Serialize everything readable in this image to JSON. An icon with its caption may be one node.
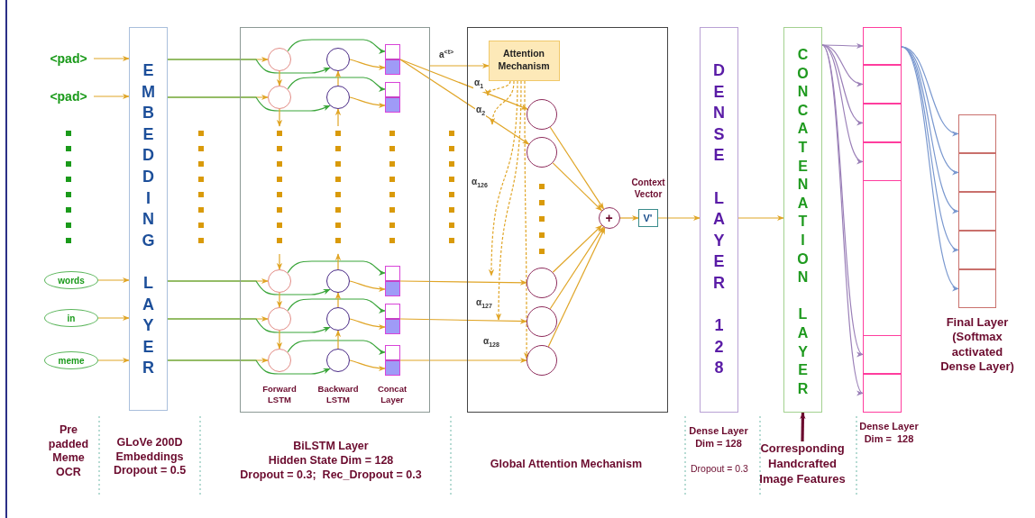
{
  "diagram": {
    "nodes": [
      {
        "text": [
          "<pad>"
        ]
      },
      {
        "text": [
          "<pad>"
        ]
      },
      {
        "text": [
          "words"
        ]
      },
      {
        "text": [
          "in"
        ]
      },
      {
        "text": [
          "meme"
        ]
      },
      {
        "text": [
          "EMBEDDING LAYER"
        ]
      },
      {
        "text": [],
        "shape": "box"
      },
      {
        "text": [],
        "shape": "circle",
        "in": 6
      },
      {
        "text": [],
        "shape": "circle",
        "in": 6
      },
      {
        "text": [],
        "shape": "box",
        "in": 6
      },
      {
        "text": [],
        "shape": "circle",
        "in": 6
      },
      {
        "text": [],
        "shape": "circle",
        "in": 6
      },
      {
        "text": [],
        "shape": "box",
        "in": 6
      },
      {
        "text": [],
        "shape": "circle",
        "in": 6
      },
      {
        "text": [],
        "shape": "circle",
        "in": 6
      },
      {
        "text": [],
        "shape": "box",
        "in": 6
      },
      {
        "text": [],
        "shape": "circle",
        "in": 6
      },
      {
        "text": [],
        "shape": "circle",
        "in": 6
      },
      {
        "text": [],
        "shape": "box",
        "in": 6
      },
      {
        "text": [],
        "shape": "circle",
        "in": 6
      },
      {
        "text": [],
        "shape": "circle",
        "in": 6
      },
      {
        "text": [],
        "shape": "box",
        "in": 6
      },
      {
        "text": [],
        "shape": "box"
      },
      {
        "text": [
          "Attention Mechanism"
        ],
        "in": 22
      },
      {
        "text": [],
        "shape": "circle",
        "in": 22
      },
      {
        "text": [],
        "shape": "circle",
        "in": 22
      },
      {
        "text": [],
        "shape": "circle",
        "in": 22
      },
      {
        "text": [],
        "shape": "circle",
        "in": 22
      },
      {
        "text": [],
        "shape": "circle",
        "in": 22
      },
      {
        "text": [
          "+"
        ],
        "in": 22
      },
      {
        "text": [
          "V'"
        ],
        "in": 22,
        "beside": [
          "Context Vector"
        ]
      },
      {
        "text": [
          "DENSE LAYER 128"
        ]
      },
      {
        "text": [
          "CONCATENATION LAYER"
        ]
      },
      {
        "text": [
          "Corresponding Handcrafted Image Features"
        ]
      },
      {
        "text": [],
        "shape": "box"
      },
      {
        "text": [],
        "shape": "box",
        "in": 34
      },
      {
        "text": [],
        "shape": "box",
        "in": 34
      },
      {
        "text": [],
        "shape": "box",
        "in": 34
      },
      {
        "text": [],
        "shape": "box",
        "in": 34
      },
      {
        "text": [],
        "shape": "box",
        "in": 34
      },
      {
        "text": [],
        "shape": "box",
        "in": 34
      },
      {
        "text": [],
        "shape": "box",
        "beside": [
          "Final Layer (Softmax activated Dense Layer)"
        ]
      },
      {
        "text": [],
        "shape": "box",
        "in": 41
      },
      {
        "text": [],
        "shape": "box",
        "in": 41
      },
      {
        "text": [],
        "shape": "box",
        "in": 41
      },
      {
        "text": [],
        "shape": "box",
        "in": 41
      },
      {
        "text": [],
        "shape": "box",
        "in": 41
      }
    ],
    "edges": [
      {
        "from": 0,
        "to": 5,
        "arrow": "to"
      },
      {
        "from": 1,
        "to": 5,
        "arrow": "to"
      },
      {
        "from": 2,
        "to": 5,
        "arrow": "to"
      },
      {
        "from": 3,
        "to": 5,
        "arrow": "to"
      },
      {
        "from": 4,
        "to": 5,
        "arrow": "to"
      },
      {
        "from": 5,
        "to": 7,
        "arrow": "to"
      },
      {
        "from": 5,
        "to": 10,
        "arrow": "to"
      },
      {
        "from": 5,
        "to": 13,
        "arrow": "to"
      },
      {
        "from": 5,
        "to": 16,
        "arrow": "to"
      },
      {
        "from": 5,
        "to": 19,
        "arrow": "to"
      },
      {
        "from": 5,
        "to": 8,
        "arrow": "to",
        "color": "#3aa53a"
      },
      {
        "from": 5,
        "to": 11,
        "arrow": "to",
        "color": "#3aa53a"
      },
      {
        "from": 5,
        "to": 14,
        "arrow": "to",
        "color": "#3aa53a"
      },
      {
        "from": 5,
        "to": 17,
        "arrow": "to",
        "color": "#3aa53a"
      },
      {
        "from": 5,
        "to": 20,
        "arrow": "to",
        "color": "#3aa53a"
      },
      {
        "from": 7,
        "to": 9,
        "arrow": "to",
        "color": "#3aa53a"
      },
      {
        "from": 10,
        "to": 12,
        "arrow": "to",
        "color": "#3aa53a"
      },
      {
        "from": 13,
        "to": 15,
        "arrow": "to",
        "color": "#3aa53a"
      },
      {
        "from": 16,
        "to": 18,
        "arrow": "to",
        "color": "#3aa53a"
      },
      {
        "from": 19,
        "to": 21,
        "arrow": "to",
        "color": "#3aa53a"
      },
      {
        "from": 8,
        "to": 9,
        "arrow": "to"
      },
      {
        "from": 11,
        "to": 12,
        "arrow": "to"
      },
      {
        "from": 14,
        "to": 15,
        "arrow": "to"
      },
      {
        "from": 17,
        "to": 18,
        "arrow": "to"
      },
      {
        "from": 20,
        "to": 21,
        "arrow": "to"
      },
      {
        "from": 7,
        "to": 10,
        "arrow": "to"
      },
      {
        "from": 10,
        "to": null,
        "arrow": "to"
      },
      {
        "from": null,
        "to": 13,
        "arrow": "to"
      },
      {
        "from": 13,
        "to": 16,
        "arrow": "to"
      },
      {
        "from": 16,
        "to": 19,
        "arrow": "to"
      },
      {
        "from": 20,
        "to": 17,
        "arrow": "to"
      },
      {
        "from": 17,
        "to": 14,
        "arrow": "to"
      },
      {
        "from": 14,
        "to": null,
        "arrow": "to"
      },
      {
        "from": null,
        "to": 11,
        "arrow": "to"
      },
      {
        "from": 11,
        "to": 8,
        "arrow": "to"
      },
      {
        "from": 6,
        "to": 23,
        "arrow": "to",
        "label": "a$^{<t>}$"
      },
      {
        "from": 9,
        "to": 24,
        "arrow": "to"
      },
      {
        "from": 9,
        "to": 25,
        "arrow": "to"
      },
      {
        "from": 15,
        "to": 26,
        "arrow": "to"
      },
      {
        "from": 18,
        "to": 27,
        "arrow": "to"
      },
      {
        "from": 21,
        "to": 28,
        "arrow": "to"
      },
      {
        "from": 24,
        "to": 29,
        "arrow": "to"
      },
      {
        "from": 25,
        "to": 29,
        "arrow": "to"
      },
      {
        "from": 26,
        "to": 29,
        "arrow": "to"
      },
      {
        "from": 27,
        "to": 29,
        "arrow": "to"
      },
      {
        "from": 28,
        "to": 29,
        "arrow": "to"
      },
      {
        "from": 29,
        "to": 30,
        "arrow": "to"
      },
      {
        "from": 30,
        "to": 31,
        "arrow": "to"
      },
      {
        "from": 31,
        "to": 32,
        "arrow": "to"
      },
      {
        "from": 33,
        "to": 32,
        "arrow": "to",
        "style": "thick",
        "color": "#6b0b2e"
      },
      {
        "from": 32,
        "to": 35,
        "arrow": "to",
        "color": "#9b80b8"
      },
      {
        "from": 32,
        "to": 36,
        "arrow": "to",
        "color": "#9b80b8"
      },
      {
        "from": 32,
        "to": 37,
        "arrow": "to",
        "color": "#9b80b8"
      },
      {
        "from": 32,
        "to": 38,
        "arrow": "to",
        "color": "#9b80b8"
      },
      {
        "from": 32,
        "to": 39,
        "arrow": "to",
        "color": "#9b80b8"
      },
      {
        "from": 32,
        "to": 40,
        "arrow": "to",
        "color": "#9b80b8"
      },
      {
        "from": 35,
        "to": 42,
        "arrow": "to",
        "color": "#7a98cf"
      },
      {
        "from": 35,
        "to": 43,
        "arrow": "to",
        "color": "#7a98cf"
      },
      {
        "from": 35,
        "to": 44,
        "arrow": "to",
        "color": "#7a98cf"
      },
      {
        "from": 35,
        "to": 45,
        "arrow": "to",
        "color": "#7a98cf"
      },
      {
        "from": 35,
        "to": 46,
        "arrow": "to",
        "color": "#7a98cf"
      },
      {
        "from": 23,
        "to": null,
        "arrow": "to",
        "style": "dashed",
        "label": "α$_{1}$"
      },
      {
        "from": 23,
        "to": null,
        "arrow": "to",
        "style": "dashed",
        "label": "α$_{2}$"
      },
      {
        "from": 23,
        "to": null,
        "arrow": "to",
        "style": "dashed",
        "label": "α$_{126}$"
      },
      {
        "from": 23,
        "to": null,
        "arrow": "to",
        "style": "dashed",
        "label": "α$_{127}$"
      },
      {
        "from": 23,
        "to": 28,
        "arrow": "to",
        "style": "dashed",
        "label": "α$_{128}$"
      }
    ],
    "labels": [
      "Forward LSTM",
      "Backward LSTM",
      "Concat Layer",
      "Pre padded Meme OCR",
      "GLoVe 200D Embeddings Dropout = 0.5",
      "BiLSTM Layer",
      "Hidden State Dim = 128",
      "Dropout = 0.3;  Rec_Dropout = 0.3",
      "Global Attention Mechanism",
      "Dense Layer Dim = 128",
      "Dropout = 0.3",
      "Dense Layer Dim =  128"
    ]
  }
}
